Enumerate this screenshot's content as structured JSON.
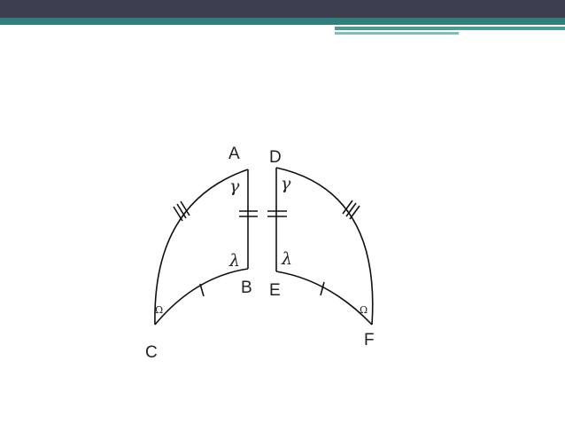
{
  "theme": {
    "header_dark": "#3d3e4f",
    "header_teal": "#2f7f7f",
    "line_color": "#111111"
  },
  "diagram": {
    "left_shape": {
      "vertices": {
        "top": "A",
        "bottom_right": "B",
        "bottom_left": "C"
      },
      "angle_top": "γ",
      "angle_bottom_right": "λ",
      "angle_bottom_left": "Ω"
    },
    "right_shape": {
      "vertices": {
        "top": "D",
        "bottom_left": "E",
        "bottom_right": "F"
      },
      "angle_top": "γ",
      "angle_bottom_left": "λ",
      "angle_bottom_right": "Ω"
    }
  }
}
